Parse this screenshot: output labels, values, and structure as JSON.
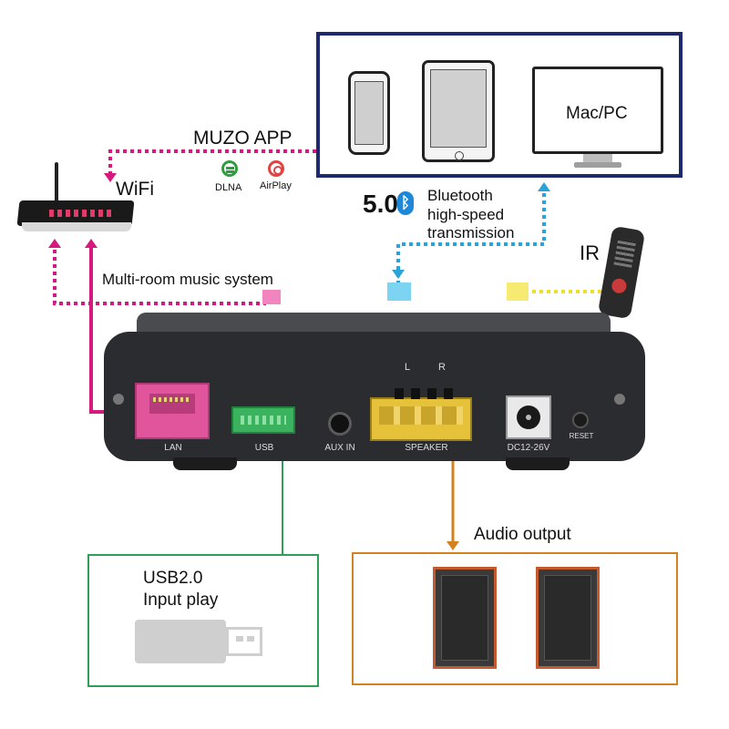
{
  "devices": {
    "mac_pc_label": "Mac/PC"
  },
  "app": {
    "muzo_app": "MUZO APP",
    "wifi": "WiFi",
    "dlna": "DLNA",
    "airplay": "AirPlay"
  },
  "bluetooth": {
    "version": "5.0",
    "line1": "Bluetooth",
    "line2": "high-speed",
    "line3": "transmission"
  },
  "ir": {
    "label": "IR"
  },
  "multiroom": {
    "label": "Multi-room music system"
  },
  "panel": {
    "lan": "LAN",
    "usb": "USB",
    "aux_in": "AUX IN",
    "speaker": "SPEAKER",
    "channel_left": "L",
    "channel_right": "R",
    "power": "DC12-26V",
    "reset": "RESET"
  },
  "usb_box": {
    "line1": "USB2.0",
    "line2": "Input play"
  },
  "audio": {
    "label": "Audio output"
  },
  "colors": {
    "wifi_line": "#d6197f",
    "bluetooth_line": "#2aa3d9",
    "ir_line": "#f2dd2c",
    "usb_line": "#2f9e59",
    "audio_line": "#d4821f",
    "device_frame": "#1f2a6e",
    "lan_port": "#e0559b",
    "usb_port": "#3bb25e",
    "speaker_terminal": "#e6c23a"
  }
}
